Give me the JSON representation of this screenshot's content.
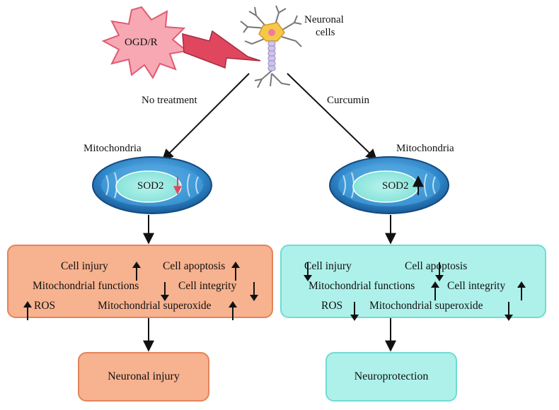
{
  "stimulus": {
    "label": "OGD/R"
  },
  "neuron": {
    "label_line1": "Neuronal",
    "label_line2": "cells"
  },
  "branches": {
    "left_label": "No treatment",
    "right_label": "Curcumin"
  },
  "mitochondria": {
    "left": {
      "title": "Mitochondria",
      "enzyme": "SOD2",
      "direction": "down"
    },
    "right": {
      "title": "Mitochondria",
      "enzyme": "SOD2",
      "direction": "up"
    }
  },
  "effects": {
    "left": [
      {
        "text": "Cell injury",
        "direction": "up"
      },
      {
        "text": "Cell apoptosis",
        "direction": "up"
      },
      {
        "text": "Mitochondrial functions",
        "direction": "down"
      },
      {
        "text": "Cell integrity",
        "direction": "down"
      },
      {
        "text": "ROS",
        "direction": "up"
      },
      {
        "text": "Mitochondrial superoxide",
        "direction": "up"
      }
    ],
    "right": [
      {
        "text": "Cell injury",
        "direction": "down"
      },
      {
        "text": "Cell apoptosis",
        "direction": "down"
      },
      {
        "text": "Mitochondrial functions",
        "direction": "up"
      },
      {
        "text": "Cell integrity",
        "direction": "up"
      },
      {
        "text": "ROS",
        "direction": "down"
      },
      {
        "text": "Mitochondrial superoxide",
        "direction": "down"
      }
    ]
  },
  "outcomes": {
    "left": "Neuronal injury",
    "right": "Neuroprotection"
  },
  "colors": {
    "left_fill": "#f7b28f",
    "left_border": "#e3845a",
    "right_fill": "#aef1ea",
    "right_border": "#6fdcd2",
    "stimulus_fill": "#f7a8b3",
    "bolt_fill": "#e0475f",
    "mito_blue": "#2f86c9",
    "sod2_down_arrow": "#e0475f"
  }
}
